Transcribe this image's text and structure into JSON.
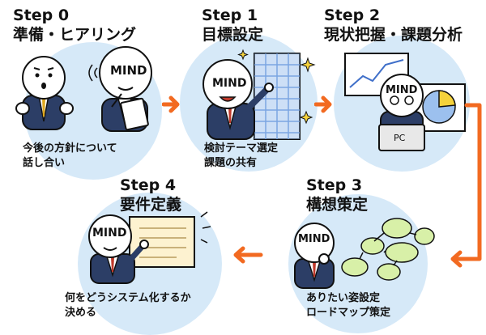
{
  "steps": [
    {
      "number": "Step  0",
      "title": "準備・ヒアリング",
      "desc_lines": [
        "今後の方針について",
        "話し合い"
      ]
    },
    {
      "number": "Step 1",
      "title": "目標設定",
      "desc_lines": [
        "検討テーマ選定",
        "課題の共有"
      ]
    },
    {
      "number": "Step 2",
      "title": "現状把握・課題分析",
      "desc_lines": []
    },
    {
      "number": "Step 3",
      "title": "構想策定",
      "desc_lines": [
        "ありたい姿設定",
        "ロードマップ策定"
      ]
    },
    {
      "number": "Step 4",
      "title": "要件定義",
      "desc_lines": [
        "何をどうシステム化するか",
        "決める"
      ]
    }
  ],
  "labels": {
    "mind": "MIND",
    "pc": "PC"
  },
  "colors": {
    "circle": "#d6e9f8",
    "arrow": "#f26a21",
    "suit": "#2c3e66",
    "tie": "#c0392b"
  }
}
